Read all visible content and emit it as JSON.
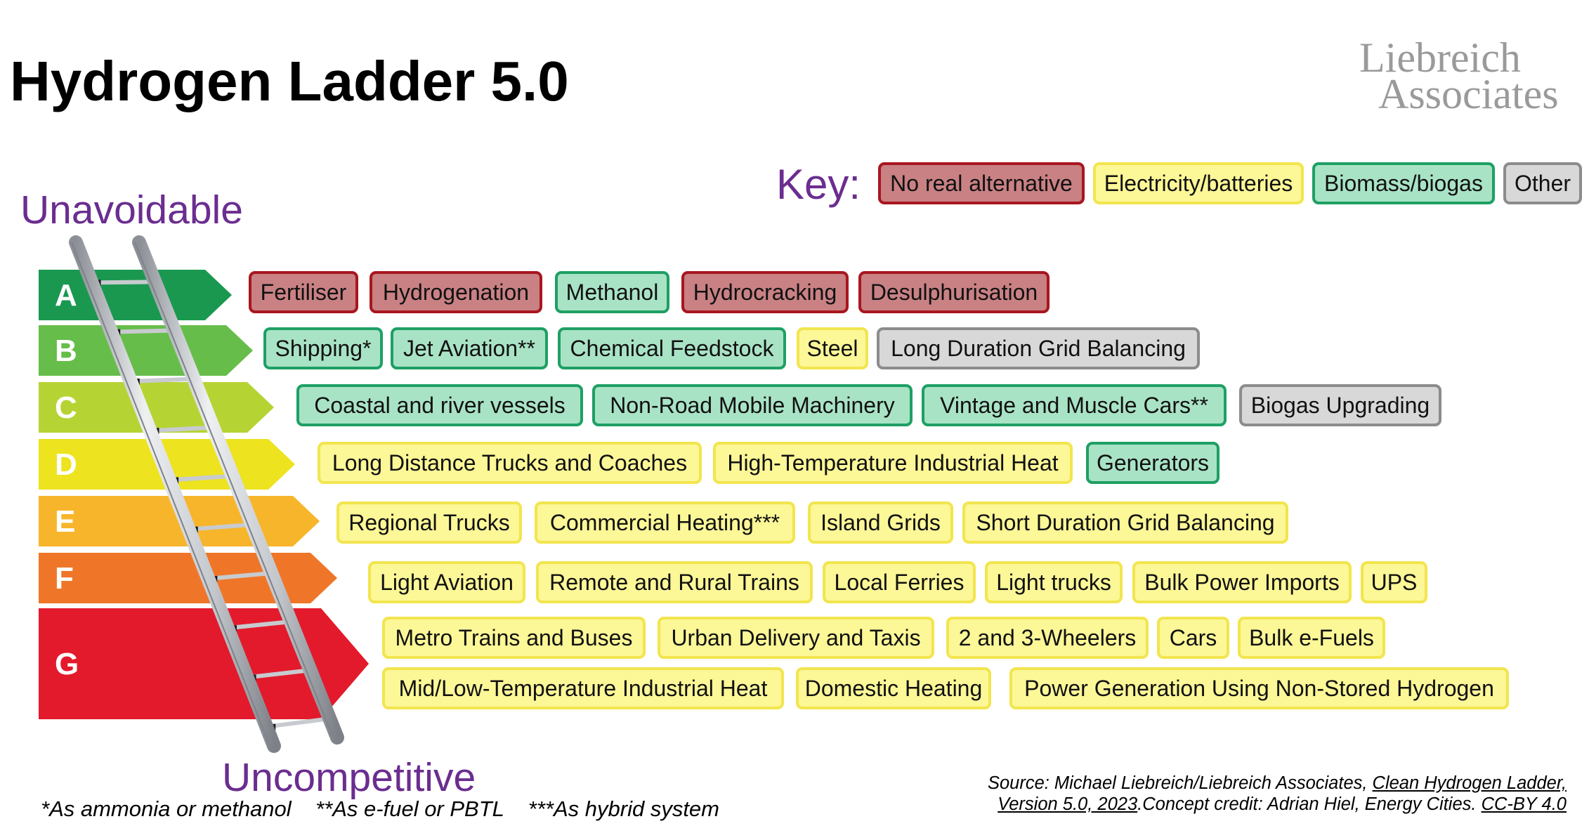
{
  "title": "Hydrogen Ladder 5.0",
  "logo": {
    "line1": "Liebreich",
    "line2": "Associates"
  },
  "key": {
    "label": "Key:",
    "items": [
      {
        "label": "No real alternative",
        "category": "red"
      },
      {
        "label": "Electricity/batteries",
        "category": "yellow"
      },
      {
        "label": "Biomass/biogas",
        "category": "green"
      },
      {
        "label": "Other",
        "category": "grey"
      }
    ]
  },
  "scale_top": "Unavoidable",
  "scale_bottom": "Uncompetitive",
  "rungs": [
    {
      "letter": "A",
      "color": "#1a9850",
      "rows": [
        [
          {
            "label": "Fertiliser",
            "category": "red"
          },
          {
            "label": "Hydrogenation",
            "category": "red"
          },
          {
            "label": "Methanol",
            "category": "green"
          },
          {
            "label": "Hydrocracking",
            "category": "red"
          },
          {
            "label": "Desulphurisation",
            "category": "red"
          }
        ]
      ]
    },
    {
      "letter": "B",
      "color": "#66bd4a",
      "rows": [
        [
          {
            "label": "Shipping*",
            "category": "green"
          },
          {
            "label": "Jet Aviation**",
            "category": "green"
          },
          {
            "label": "Chemical Feedstock",
            "category": "green"
          },
          {
            "label": "Steel",
            "category": "yellow"
          },
          {
            "label": "Long Duration Grid Balancing",
            "category": "grey"
          }
        ]
      ]
    },
    {
      "letter": "C",
      "color": "#b6d334",
      "rows": [
        [
          {
            "label": "Coastal and river vessels",
            "category": "green"
          },
          {
            "label": "Non-Road Mobile Machinery",
            "category": "green"
          },
          {
            "label": "Vintage and Muscle Cars**",
            "category": "green"
          },
          {
            "label": "Biogas Upgrading",
            "category": "grey"
          }
        ]
      ]
    },
    {
      "letter": "D",
      "color": "#ede31f",
      "rows": [
        [
          {
            "label": "Long Distance Trucks and Coaches",
            "category": "yellow"
          },
          {
            "label": "High-Temperature Industrial Heat",
            "category": "yellow"
          },
          {
            "label": "Generators",
            "category": "green"
          }
        ]
      ]
    },
    {
      "letter": "E",
      "color": "#f7b52b",
      "rows": [
        [
          {
            "label": "Regional Trucks",
            "category": "yellow"
          },
          {
            "label": "Commercial Heating***",
            "category": "yellow"
          },
          {
            "label": "Island Grids",
            "category": "yellow"
          },
          {
            "label": "Short Duration Grid Balancing",
            "category": "yellow"
          }
        ]
      ]
    },
    {
      "letter": "F",
      "color": "#ef7628",
      "rows": [
        [
          {
            "label": "Light Aviation",
            "category": "yellow"
          },
          {
            "label": "Remote and Rural Trains",
            "category": "yellow"
          },
          {
            "label": "Local Ferries",
            "category": "yellow"
          },
          {
            "label": "Light trucks",
            "category": "yellow"
          },
          {
            "label": "Bulk Power Imports",
            "category": "yellow"
          },
          {
            "label": "UPS",
            "category": "yellow"
          }
        ]
      ]
    },
    {
      "letter": "G",
      "color": "#e31a2b",
      "rows": [
        [
          {
            "label": "Metro Trains and Buses",
            "category": "yellow"
          },
          {
            "label": "Urban Delivery and Taxis",
            "category": "yellow"
          },
          {
            "label": "2 and 3-Wheelers",
            "category": "yellow"
          },
          {
            "label": "Cars",
            "category": "yellow"
          },
          {
            "label": "Bulk e-Fuels",
            "category": "yellow"
          }
        ],
        [
          {
            "label": "Mid/Low-Temperature Industrial Heat",
            "category": "yellow"
          },
          {
            "label": "Domestic Heating",
            "category": "yellow"
          },
          {
            "label": "Power Generation Using Non-Stored Hydrogen",
            "category": "yellow"
          }
        ]
      ]
    }
  ],
  "footnotes": "*As ammonia or methanol    **As e-fuel or PBTL    ***As hybrid system",
  "source": {
    "prefix": "Source: Michael Liebreich/Liebreich Associates, ",
    "link1a": "Clean Hydrogen Ladder,",
    "link1b": "Version 5.0, 2023",
    "middle": ".Concept credit: Adrian Hiel, Energy Cities. ",
    "link2": "CC-BY 4.0"
  }
}
